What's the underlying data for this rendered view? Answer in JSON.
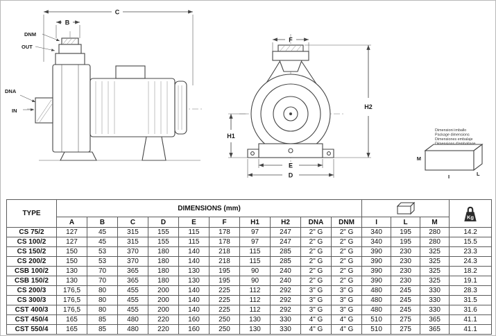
{
  "drawings": {
    "side_view": {
      "dim_c": "C",
      "dim_b": "B",
      "label_dnm": "DNM",
      "label_out": "OUT",
      "label_dna": "DNA",
      "label_in": "IN"
    },
    "front_view": {
      "dim_f": "F",
      "dim_h1": "H1",
      "dim_h2": "H2",
      "dim_e": "E",
      "dim_d": "D"
    },
    "package": {
      "caption": [
        "Dimensioni imballo",
        "Package dimensions",
        "Dimensiones embalaje",
        "Dimensions d'emballage"
      ],
      "label_m": "M",
      "label_l": "L",
      "label_i": "I"
    }
  },
  "table": {
    "header": {
      "type": "TYPE",
      "dimensions_group": "DIMENSIONS (mm)",
      "columns": [
        "A",
        "B",
        "C",
        "D",
        "E",
        "F",
        "H1",
        "H2",
        "DNA",
        "DNM",
        "I",
        "L",
        "M"
      ],
      "weight_unit": "Kg"
    },
    "rows": [
      {
        "type": "CS 75/2",
        "values": [
          "127",
          "45",
          "315",
          "155",
          "115",
          "178",
          "97",
          "247",
          "2\" G",
          "2\" G",
          "340",
          "195",
          "280",
          "14.2"
        ]
      },
      {
        "type": "CS 100/2",
        "values": [
          "127",
          "45",
          "315",
          "155",
          "115",
          "178",
          "97",
          "247",
          "2\" G",
          "2\" G",
          "340",
          "195",
          "280",
          "15.5"
        ]
      },
      {
        "type": "CS 150/2",
        "values": [
          "150",
          "53",
          "370",
          "180",
          "140",
          "218",
          "115",
          "285",
          "2\" G",
          "2\" G",
          "390",
          "230",
          "325",
          "23.3"
        ]
      },
      {
        "type": "CS 200/2",
        "values": [
          "150",
          "53",
          "370",
          "180",
          "140",
          "218",
          "115",
          "285",
          "2\" G",
          "2\" G",
          "390",
          "230",
          "325",
          "24.3"
        ]
      },
      {
        "type": "CSB 100/2",
        "values": [
          "130",
          "70",
          "365",
          "180",
          "130",
          "195",
          "90",
          "240",
          "2\" G",
          "2\" G",
          "390",
          "230",
          "325",
          "18.2"
        ]
      },
      {
        "type": "CSB 150/2",
        "values": [
          "130",
          "70",
          "365",
          "180",
          "130",
          "195",
          "90",
          "240",
          "2\" G",
          "2\" G",
          "390",
          "230",
          "325",
          "19.1"
        ]
      },
      {
        "type": "CS 200/3",
        "values": [
          "176,5",
          "80",
          "455",
          "200",
          "140",
          "225",
          "112",
          "292",
          "3\" G",
          "3\" G",
          "480",
          "245",
          "330",
          "28.3"
        ]
      },
      {
        "type": "CS 300/3",
        "values": [
          "176,5",
          "80",
          "455",
          "200",
          "140",
          "225",
          "112",
          "292",
          "3\" G",
          "3\" G",
          "480",
          "245",
          "330",
          "31.5"
        ]
      },
      {
        "type": "CST 400/3",
        "values": [
          "176,5",
          "80",
          "455",
          "200",
          "140",
          "225",
          "112",
          "292",
          "3\" G",
          "3\" G",
          "480",
          "245",
          "330",
          "31.6"
        ]
      },
      {
        "type": "CST 450/4",
        "values": [
          "165",
          "85",
          "480",
          "220",
          "160",
          "250",
          "130",
          "330",
          "4\" G",
          "4\" G",
          "510",
          "275",
          "365",
          "41.1"
        ]
      },
      {
        "type": "CST 550/4",
        "values": [
          "165",
          "85",
          "480",
          "220",
          "160",
          "250",
          "130",
          "330",
          "4\" G",
          "4\" G",
          "510",
          "275",
          "365",
          "41.1"
        ]
      }
    ]
  },
  "colors": {
    "ink": "#444444",
    "table_border": "#555555"
  }
}
